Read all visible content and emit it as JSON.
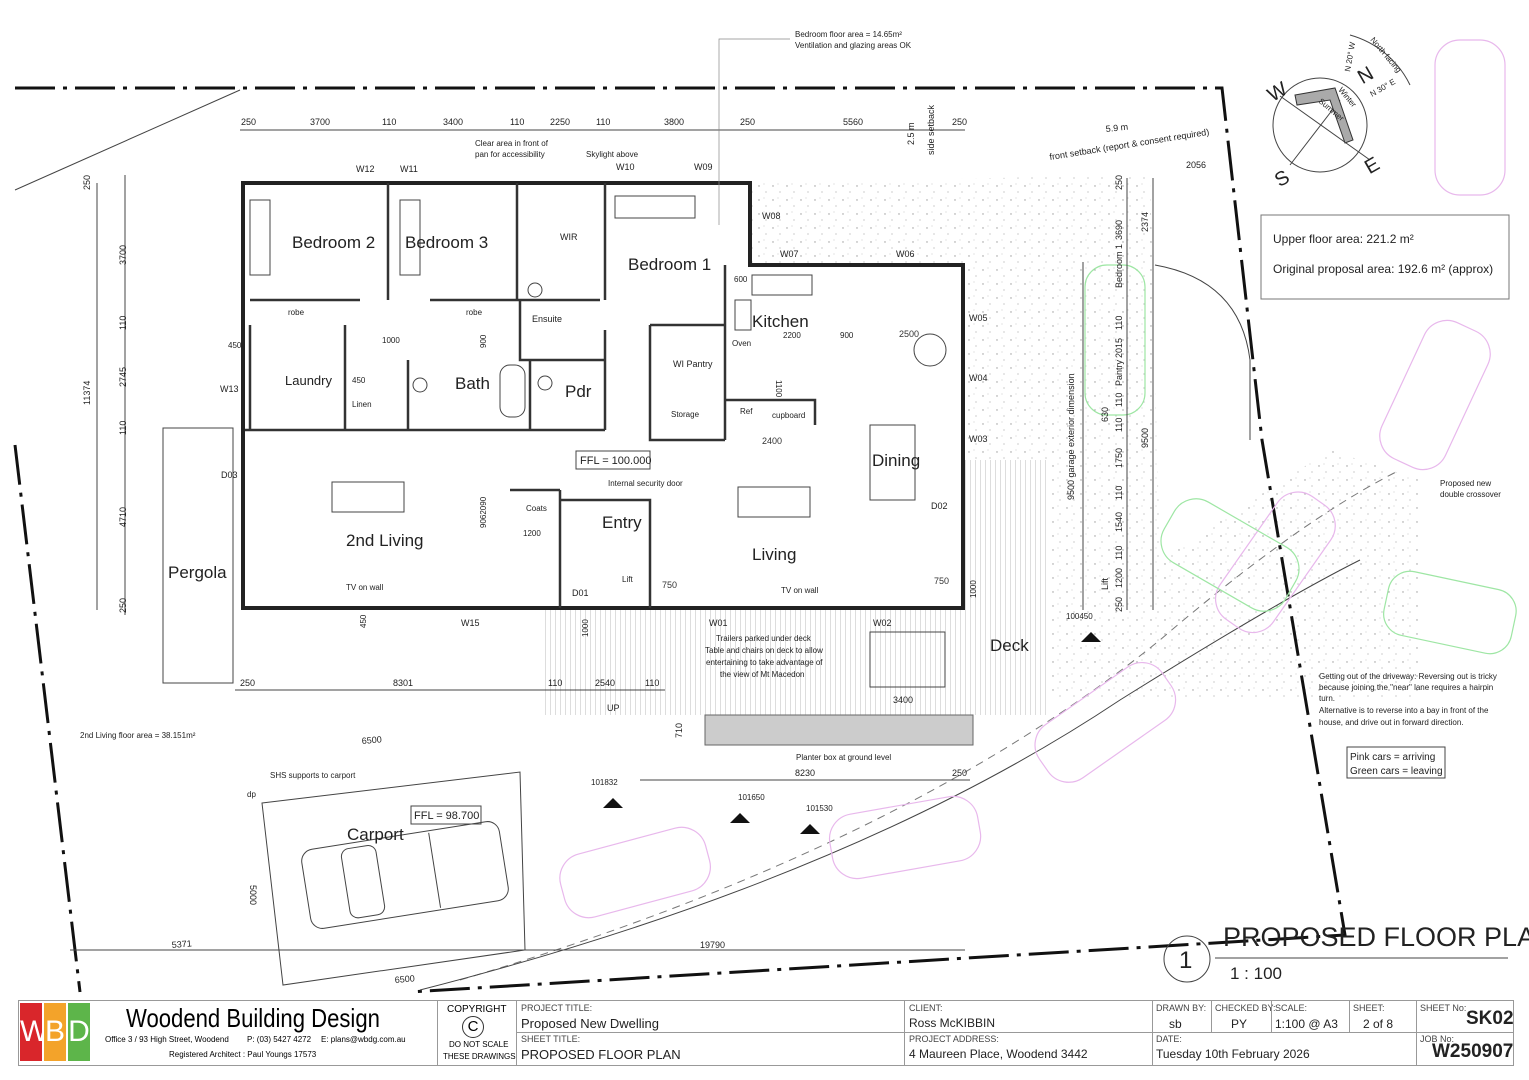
{
  "title_block": {
    "logo_letters": [
      "W",
      "B",
      "D"
    ],
    "logo_colors": [
      "#d9262b",
      "#f3a32a",
      "#5db54a"
    ],
    "company": "Woodend Building Design",
    "address_line": "Office 3 / 93 High Street, Woodend",
    "phone": "P: (03) 5427 4272",
    "email": "E: plans@wbdg.com.au",
    "architect": "Registered Architect : Paul Youngs 17573",
    "copyright": "COPYRIGHT",
    "copyright_symbol": "C",
    "do_not_scale": "DO NOT SCALE",
    "these_drawings": "THESE DRAWINGS",
    "project_title_label": "PROJECT TITLE:",
    "project_title": "Proposed New Dwelling",
    "sheet_title_label": "SHEET TITLE:",
    "sheet_title": "PROPOSED FLOOR PLAN",
    "client_label": "CLIENT:",
    "client": "Ross McKIBBIN",
    "project_address_label": "PROJECT ADDRESS:",
    "project_address": "4 Maureen Place, Woodend 3442",
    "drawn_by_label": "DRAWN BY:",
    "drawn_by": "sb",
    "checked_by_label": "CHECKED BY:",
    "checked_by": "PY",
    "scale_label": "SCALE:",
    "scale": "1:100 @ A3",
    "sheet_label": "SHEET:",
    "sheet": "2 of 8",
    "sheet_no_label": "SHEET No:",
    "sheet_no": "SK02",
    "date_label": "DATE:",
    "date": "Tuesday 10th February 2026",
    "job_no_label": "JOB No:",
    "job_no": "W250907"
  },
  "drawing_title": {
    "number": "1",
    "title": "PROPOSED FLOOR PLAN",
    "scale": "1 : 100"
  },
  "areas": {
    "upper": "Upper floor area: 221.2 m²",
    "original": "Original proposal area: 192.6 m² (approx)"
  },
  "compass": {
    "n": "N",
    "s": "S",
    "e": "E",
    "w": "W",
    "north_facing": "North facing",
    "n20w": "N 20° W",
    "n30e": "N 30° E",
    "winter": "Winter",
    "summer": "Summer"
  },
  "rooms": {
    "bedroom2": "Bedroom 2",
    "bedroom3": "Bedroom 3",
    "wir": "WIR",
    "bedroom1": "Bedroom 1",
    "ensuite": "Ensuite",
    "robe": "robe",
    "laundry": "Laundry",
    "linen": "Linen",
    "bath": "Bath",
    "pdr": "Pdr",
    "kitchen": "Kitchen",
    "oven": "Oven",
    "wi_pantry": "WI Pantry",
    "storage": "Storage",
    "ref": "Ref",
    "cupboard": "cupboard",
    "dining": "Dining",
    "second_living": "2nd Living",
    "entry": "Entry",
    "coats": "Coats",
    "lift": "Lift",
    "living": "Living",
    "pergola": "Pergola",
    "deck": "Deck",
    "carport": "Carport",
    "up": "UP",
    "tv1": "TV on wall",
    "tv2": "TV on wall"
  },
  "openings": [
    "W01",
    "W02",
    "W03",
    "W04",
    "W05",
    "W06",
    "W07",
    "W08",
    "W09",
    "W10",
    "W11",
    "W12",
    "W13",
    "W15",
    "D01",
    "D02",
    "D03"
  ],
  "levels": {
    "ffl_house": "FFL = 100.000",
    "ffl_carport": "FFL = 98.700",
    "rl1": "101832",
    "rl2": "101650",
    "rl3": "101530",
    "rl4": "100450"
  },
  "dimensions": {
    "top": [
      "250",
      "3700",
      "110",
      "3400",
      "110",
      "2250",
      "110",
      "3800",
      "250",
      "5560",
      "250"
    ],
    "left_outer": "11374",
    "left_inner": [
      "250",
      "3700",
      "110",
      "2745",
      "110",
      "4710",
      "250"
    ],
    "right": [
      "250",
      "3690",
      "110",
      "2015",
      "110",
      "110",
      "1750",
      "110",
      "1540",
      "110",
      "1200",
      "250"
    ],
    "right_labels": [
      "Bedroom 1",
      "Pantry",
      "Lift"
    ],
    "right_misc": [
      "2374",
      "9500",
      "630",
      "2056"
    ],
    "garage": "9500  garage exterior dimension",
    "side_setback_m": "2.5 m",
    "side_setback": "side setback",
    "front_setback_m": "5.9 m",
    "front_setback": "front setback (report & consent required)",
    "bottom_house": [
      "250",
      "8301"
    ],
    "stair": [
      "110",
      "2540",
      "110"
    ],
    "deck": [
      "8230",
      "250",
      "3400",
      "710"
    ],
    "carport": [
      "6500",
      "6500",
      "5000",
      "5371"
    ],
    "site": "19790",
    "interior": [
      "1000",
      "450",
      "450",
      "900",
      "1100",
      "2400",
      "2200",
      "900",
      "2500",
      "600",
      "1200",
      "9062090",
      "750",
      "750",
      "1000",
      "1000",
      "450"
    ]
  },
  "notes": {
    "bedroom_area_1": "Bedroom floor area = 14.65m²",
    "bedroom_area_2": "Ventilation and glazing areas OK",
    "clear_area_1": "Clear area in front of",
    "clear_area_2": "pan for accessibility",
    "skylight": "Skylight above",
    "security_door": "Internal security door",
    "trailers_1": "Trailers parked under deck",
    "trailers_2": "Table and chairs on deck to allow",
    "trailers_3": "entertaining to take advantage of",
    "trailers_4": "the view of Mt Macedon",
    "planter": "Planter box at ground level",
    "shs": "SHS supports to carport",
    "dp": "dp",
    "living_area": "2nd Living floor area = 38.151m²",
    "crossover_1": "Proposed new",
    "crossover_2": "double crossover",
    "driveway_1": "Getting out of the driveway:  Reversing out is tricky",
    "driveway_2": "because joining the \"near\" lane requires a hairpin",
    "driveway_3": "turn.",
    "driveway_4": "Alternative is to reverse into a bay in front of the",
    "driveway_5": "house, and drive out in forward direction.",
    "legend_pink": "Pink cars = arriving",
    "legend_green": "Green cars = leaving"
  },
  "colors": {
    "arriving_cars": "#e8b8ec",
    "leaving_cars": "#9ee6a4",
    "line": "#222222"
  }
}
